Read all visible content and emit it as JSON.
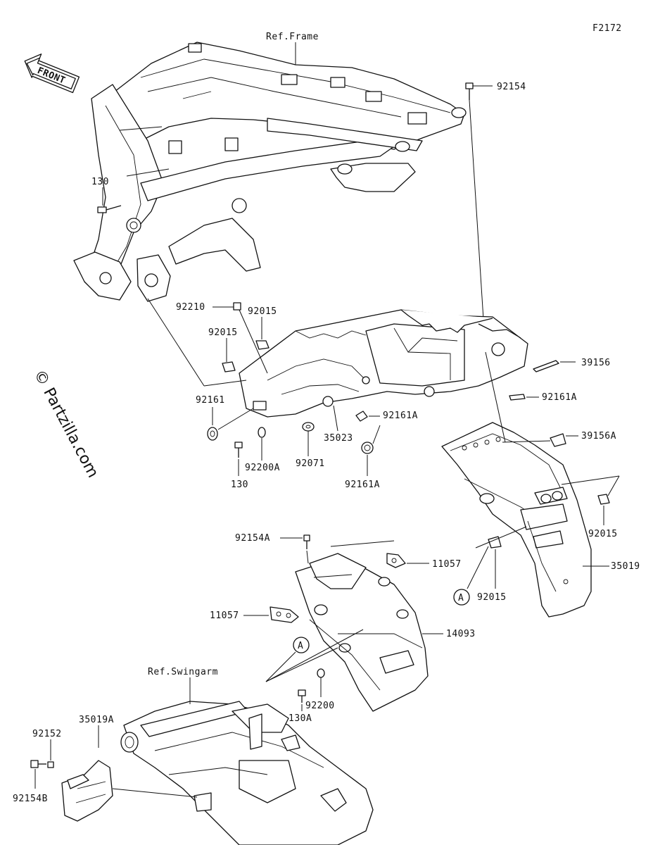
{
  "diagram_code": "F2172",
  "front_label": "FRONT",
  "watermark": "© Partzilla.com",
  "references": {
    "frame": "Ref.Frame",
    "swingarm": "Ref.Swingarm"
  },
  "callout_marker": "A",
  "part_labels": {
    "p92154": "92154",
    "p130_top": "130",
    "p92210": "92210",
    "p92015_a": "92015",
    "p92015_b": "92015",
    "p39156": "39156",
    "p92161A_a": "92161A",
    "p92161": "92161",
    "p92161A_b": "92161A",
    "p35023": "35023",
    "p92200A": "92200A",
    "p92071": "92071",
    "p130_mid": "130",
    "p92161A_c": "92161A",
    "p39156A": "39156A",
    "p92015_c": "92015",
    "p92154A": "92154A",
    "p11057_a": "11057",
    "p35019": "35019",
    "p92015_d": "92015",
    "p11057_b": "11057",
    "p14093": "14093",
    "p92200": "92200",
    "p130A": "130A",
    "p35019A": "35019A",
    "p92152": "92152",
    "p92154B": "92154B"
  }
}
